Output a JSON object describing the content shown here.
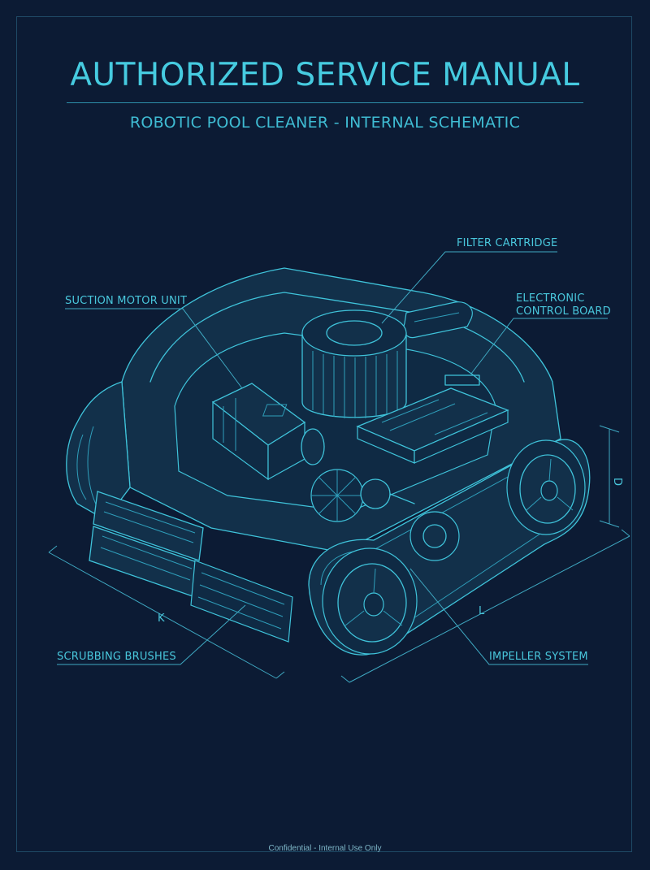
{
  "header": {
    "title": "AUTHORIZED SERVICE MANUAL",
    "subtitle": "ROBOTIC POOL CLEANER - INTERNAL SCHEMATIC"
  },
  "callouts": {
    "filter": "FILTER CARTRIDGE",
    "board_line1": "ELECTRONIC",
    "board_line2": "CONTROL BOARD",
    "motor": "SUCTION MOTOR UNIT",
    "brushes": "SCRUBBING BRUSHES",
    "impeller": "IMPELLER SYSTEM"
  },
  "dimensions": {
    "k": "K",
    "l": "L",
    "d": "D"
  },
  "footer": "Confidential - Internal Use Only",
  "colors": {
    "background": "#0c1b34",
    "line": "#3fc3da",
    "text": "#46cbe0"
  }
}
